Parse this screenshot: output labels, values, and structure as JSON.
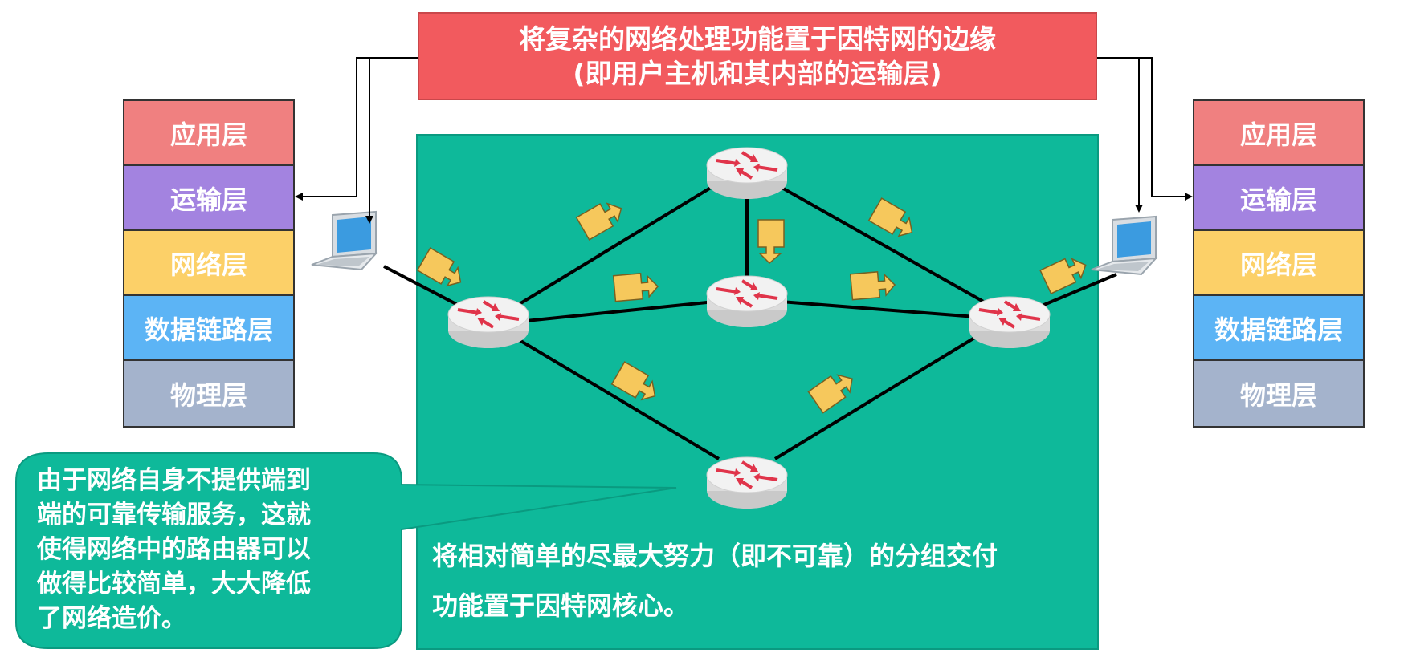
{
  "header": {
    "line1": "将复杂的网络处理功能置于因特网的边缘",
    "line2": "(即用户主机和其内部的运输层)"
  },
  "left_stack": {
    "layers": [
      "应用层",
      "运输层",
      "网络层",
      "数据链路层",
      "物理层"
    ]
  },
  "right_stack": {
    "layers": [
      "应用层",
      "运输层",
      "网络层",
      "数据链路层",
      "物理层"
    ]
  },
  "colors": {
    "application": "#f08080",
    "transport": "#a383e0",
    "network": "#fcd068",
    "datalink": "#5cb4f5",
    "physical": "#a4b3cc",
    "header_bg": "#f25a5e",
    "core_bg": "#0eb99a",
    "packet": "#f6c85c"
  },
  "core": {
    "line1": "将相对简单的尽最大努力（即不可靠）的分组交付",
    "line2": "功能置于因特网核心。"
  },
  "callout": {
    "line1": "由于网络自身不提供端到",
    "line2": "端的可靠传输服务，这就",
    "line3": "使得网络中的路由器可以",
    "line4": "做得比较简单，大大降低",
    "line5": "了网络造价。"
  }
}
